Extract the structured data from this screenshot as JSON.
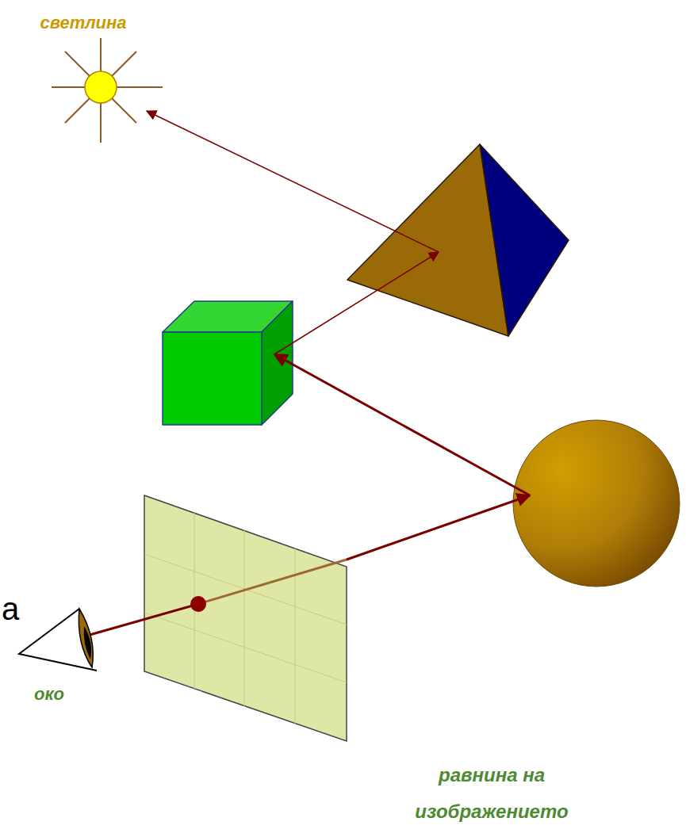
{
  "diagram": {
    "labels": [
      "светлина",
      "а",
      "око",
      "равнина на изображението"
    ]
  }
}
